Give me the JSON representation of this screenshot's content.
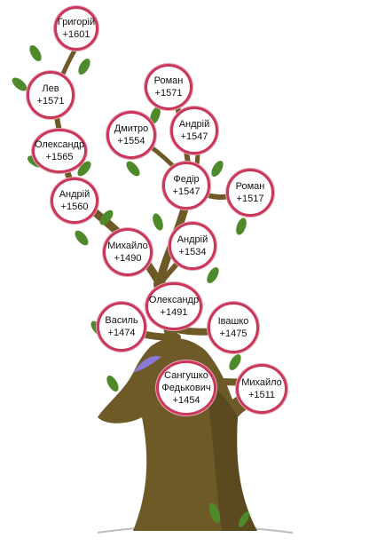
{
  "colors": {
    "trunk": "#6e5a26",
    "trunk_shadow": "#4d3e1a",
    "leaf": "#4f8a2a",
    "leaf_light": "#7cb342",
    "ring": "#c9375a"
  },
  "nodes": {
    "hryhorii": {
      "name": "Григорій",
      "year": "+1601"
    },
    "lev": {
      "name": "Лев",
      "year": "+1571"
    },
    "oleksandr_1565": {
      "name": "Олександр",
      "year": "+1565"
    },
    "andrii_1560": {
      "name": "Андрій",
      "year": "+1560"
    },
    "roman_1571": {
      "name": "Роман",
      "year": "+1571"
    },
    "dmytro": {
      "name": "Дмитро",
      "year": "+1554"
    },
    "andrii_1547": {
      "name": "Андрій",
      "year": "+1547"
    },
    "fedir": {
      "name": "Федір",
      "year": "+1547"
    },
    "roman_1517": {
      "name": "Роман",
      "year": "+1517"
    },
    "mykhailo_1490": {
      "name": "Михайло",
      "year": "+1490"
    },
    "andrii_1534": {
      "name": "Андрій",
      "year": "+1534"
    },
    "oleksandr_1491": {
      "name": "Олександр",
      "year": "+1491"
    },
    "vasyl": {
      "name": "Василь",
      "year": "+1474"
    },
    "ivashko": {
      "name": "Івашко",
      "year": "+1475"
    },
    "sanhushko": {
      "name": "Сангушко",
      "name2": "Федькович",
      "year": "+1454"
    },
    "mykhailo_1511": {
      "name": "Михайло",
      "year": "+1511"
    }
  }
}
